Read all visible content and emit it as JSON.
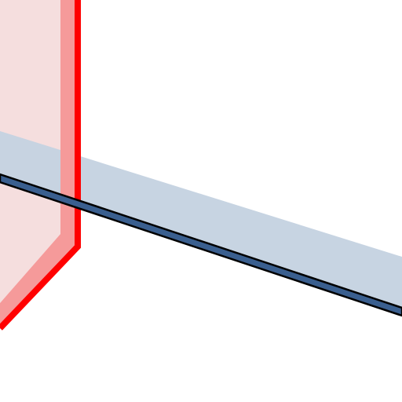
{
  "diagram": {
    "kind": "3d-plane-intersection",
    "background": "#ffffff",
    "planes": [
      {
        "id": "vertical-plane",
        "fill": "#f5dede",
        "side_face_fill": "#f59a9a",
        "edge_color": "#ff0000"
      },
      {
        "id": "horizontal-band",
        "fill": "#c4d2e0",
        "edge_fill": "#3a5f8f",
        "edge_outline": "#000000"
      }
    ],
    "labels": []
  }
}
